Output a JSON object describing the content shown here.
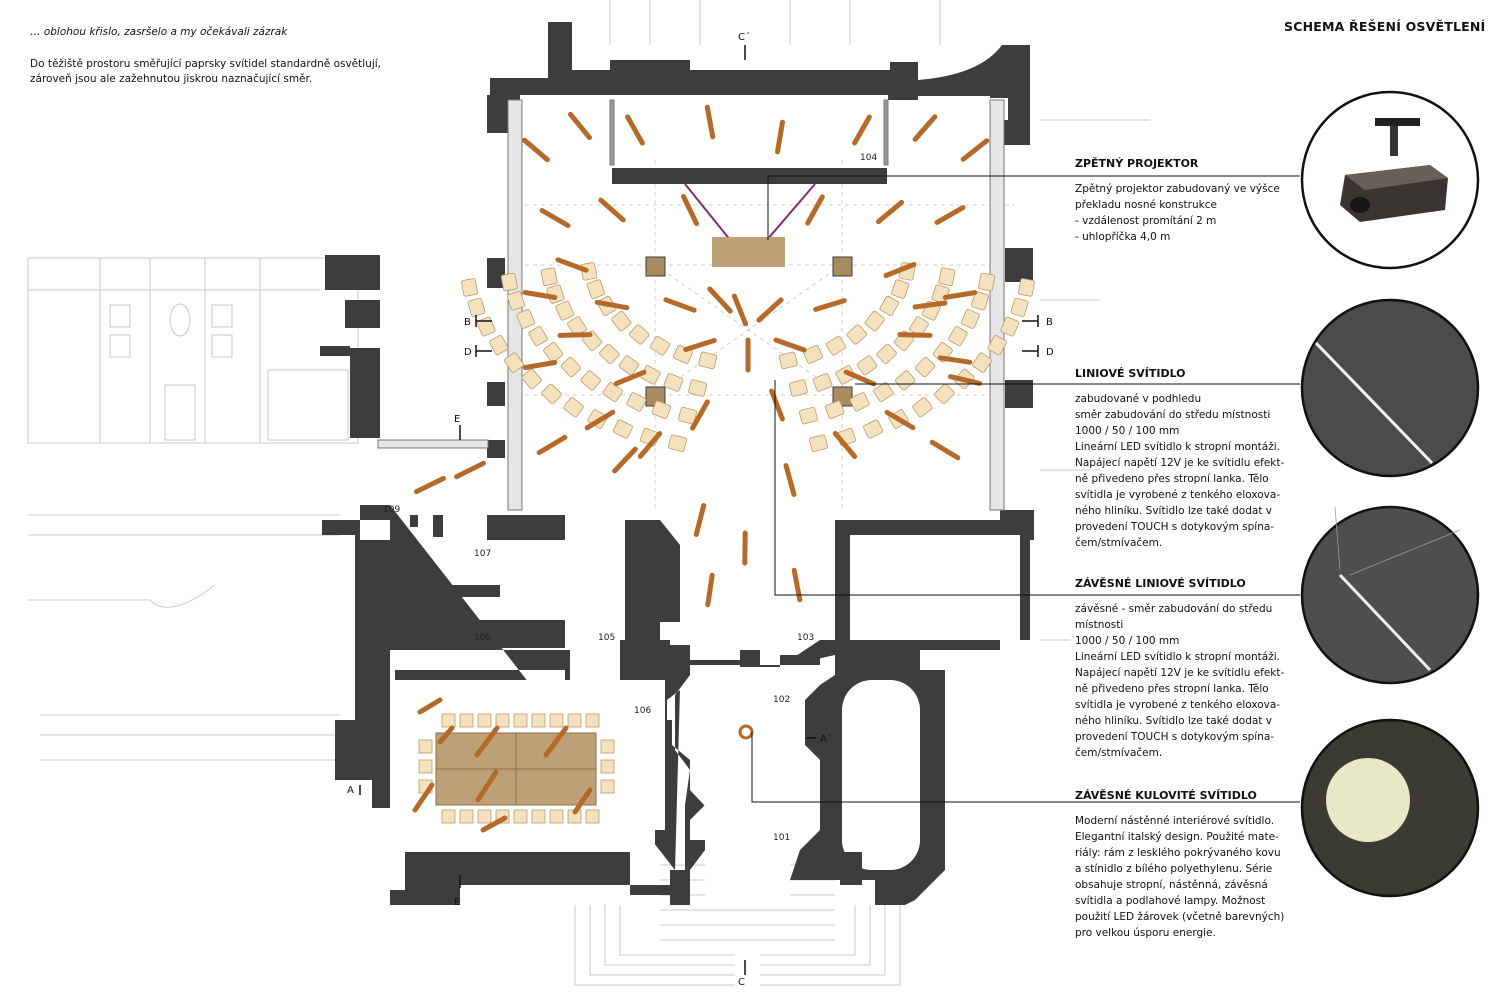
{
  "intro": {
    "italic": "… oblohou křislo, zasršelo a my očekávali zázrak",
    "description": "Do těžiště prostoru směřující paprsky svítidel standardně osvětlují, zároveň  jsou ale zažehnutou jiskrou naznačující směr."
  },
  "sheet_title": "SCHEMA ŘEŠENÍ OSVĚTLENÍ",
  "items": [
    {
      "title": "ZPĚTNÝ PROJEKTOR",
      "text": "Zpětný projektor zabudovaný ve výšce\npřekladu nosné konstrukce\n- vzdálenost promítání 2 m\n- uhlopříčka 4,0 m",
      "icon": "projector-photo"
    },
    {
      "title": "LINIOVÉ SVÍTIDLO",
      "text": "zabudované v podhledu\nsměr zabudování do středu místnosti\n1000 / 50 / 100 mm\nLineární LED svítidlo k stropní montáži.\nNapájecí napětí 12V je ke svítidlu efekt-\nně přivedeno přes stropní lanka. Tělo\nsvítidla je vyrobené z tenkého eloxova-\nného hliníku. Svítidlo lze také dodat v\nprovedení TOUCH s dotykovým spína-\nčem/stmívačem.",
      "icon": "linear-light-photo"
    },
    {
      "title": "ZÁVĚSNÉ LINIOVÉ SVÍTIDLO",
      "text": "závěsné - směr zabudování do středu\nmístnosti\n1000 / 50 / 100 mm\nLineární LED svítidlo k stropní montáži.\nNapájecí napětí 12V je ke svítidlu efekt-\nně přivedeno přes stropní lanka. Tělo\nsvítidla je vyrobené z tenkého eloxova-\nného hliníku. Svítidlo lze také dodat v\nprovedení TOUCH s dotykovým spína-\nčem/stmívačem.",
      "icon": "pendant-linear-light-photo"
    },
    {
      "title": "ZÁVĚSNÉ KULOVITÉ SVÍTIDLO",
      "text": "Moderní nástěnné interiérové svítidlo.\nElegantní italský design. Použité mate-\nriály: rám z lesklého pokrývaného kovu\na stínidlo z bílého polyethylenu. Série\nobsahuje stropní, nástěnná, závěsná\nsvítidla a podlahové lampy. Možnost\npoužití LED žárovek (včetně barevných)\npro velkou úsporu energie.",
      "icon": "globe-light-photo"
    }
  ],
  "rooms": [
    "104",
    "109",
    "107",
    "108",
    "105",
    "103",
    "102",
    "106",
    "101"
  ],
  "section_marks": {
    "a": "A",
    "a_prime": "A´",
    "b": "B",
    "c": "C",
    "c_prime": "C´",
    "d": "D",
    "e": "E"
  },
  "colors": {
    "wall": "#3d3d3f",
    "light": "#b56a2a",
    "seat": "#f4e2bf",
    "table": "#bda077",
    "column": "#a98c5e",
    "projector_line": "#7a2f6e"
  }
}
